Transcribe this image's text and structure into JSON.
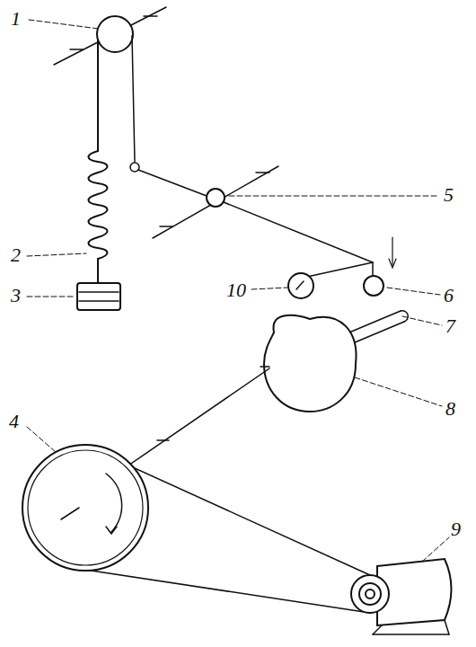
{
  "diagram": {
    "labels": [
      "1",
      "5",
      "2",
      "6",
      "10",
      "7",
      "3",
      "8",
      "4",
      "9"
    ]
  }
}
